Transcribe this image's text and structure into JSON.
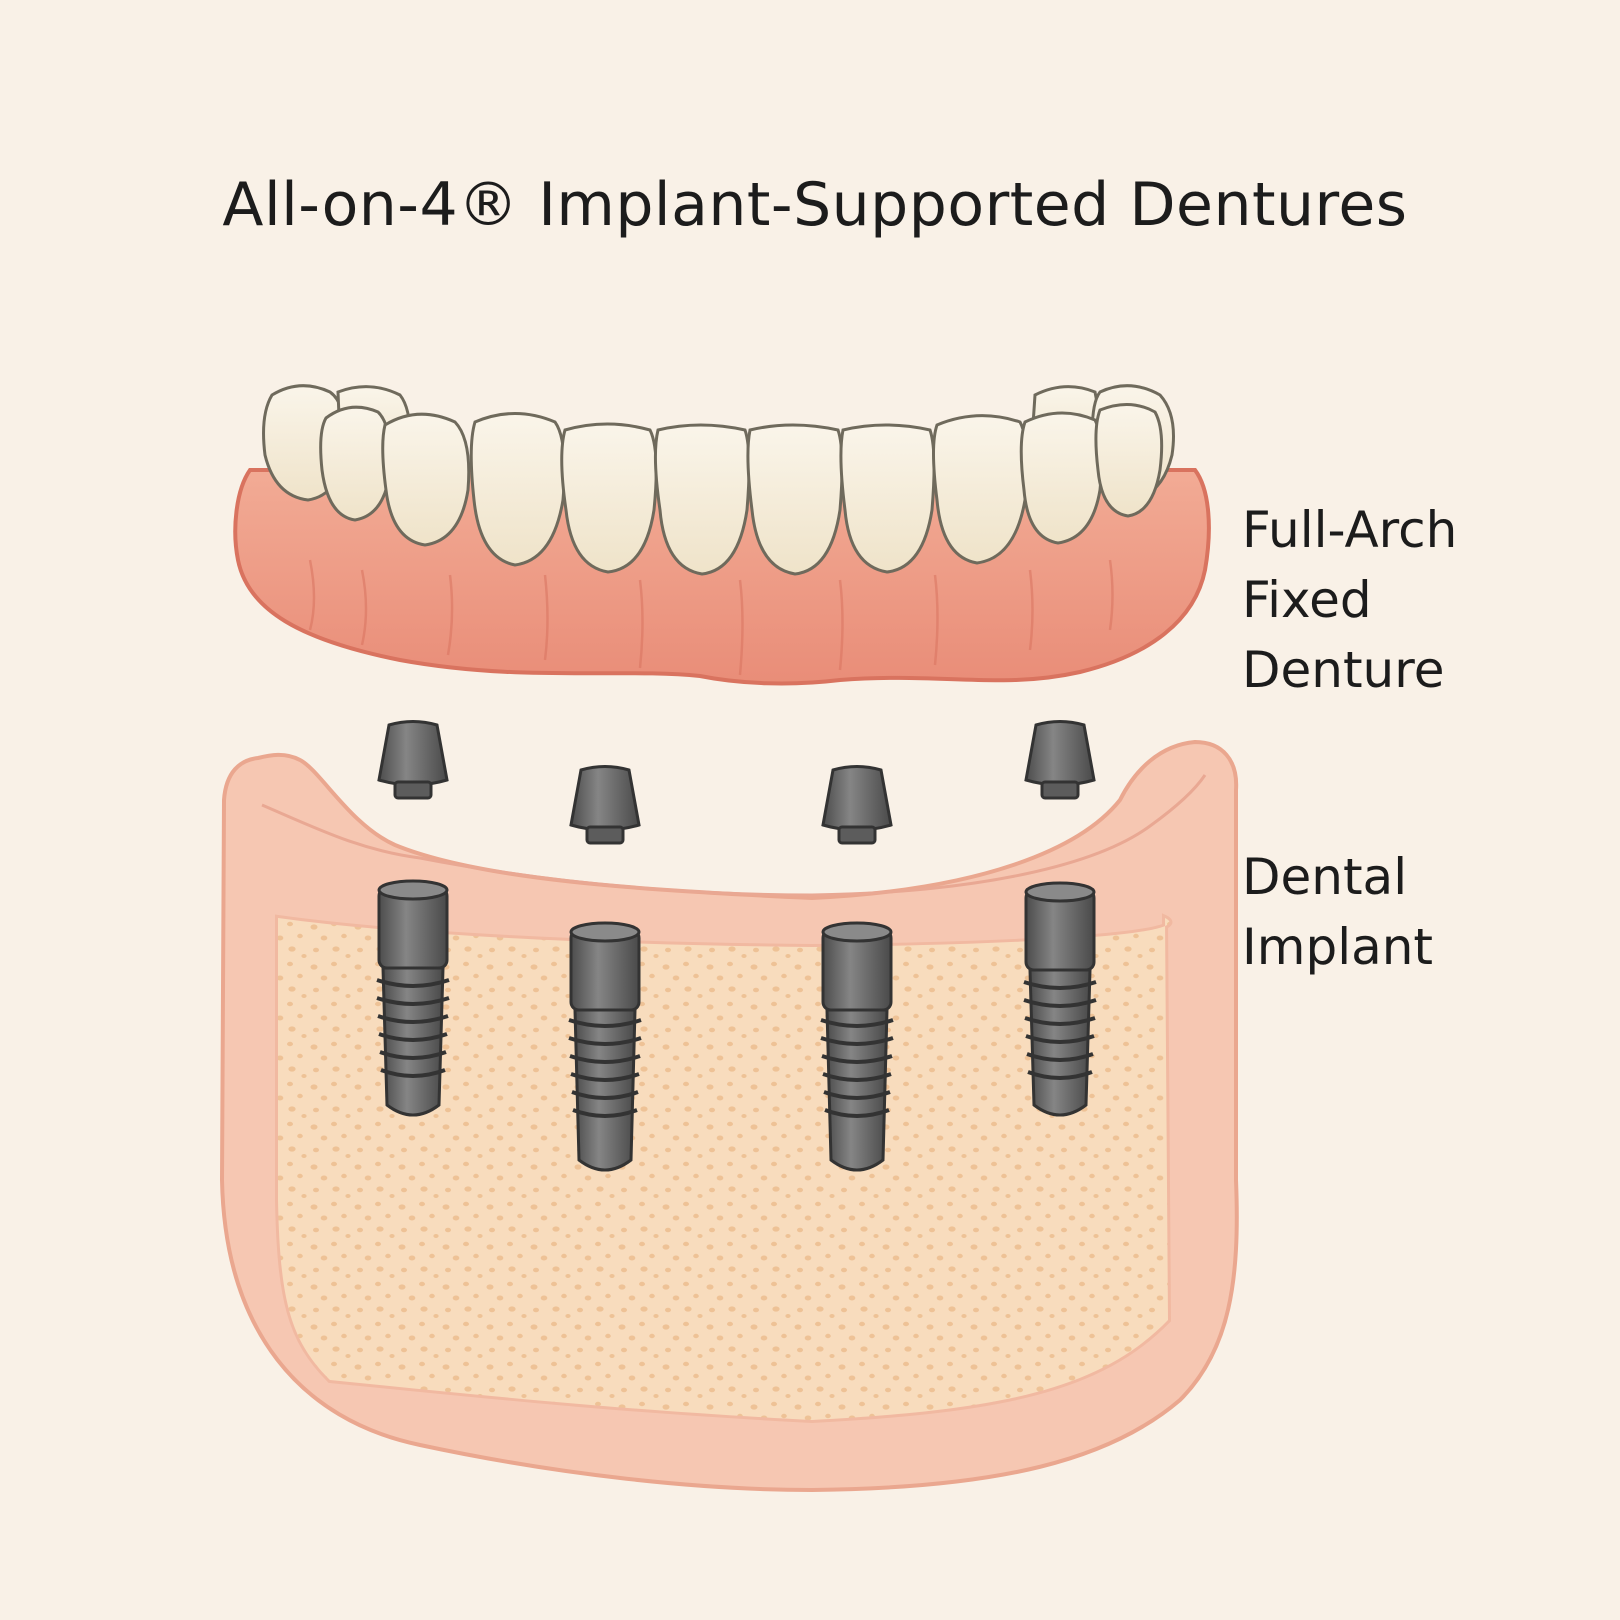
{
  "title": "All-on-4® Implant-Supported Dentures",
  "labels": {
    "denture": [
      "Full-Arch",
      "Fixed",
      "Denture"
    ],
    "implant": [
      "Dental",
      "Implant"
    ]
  },
  "colors": {
    "background": "#f9f1e7",
    "gum": "#ef9f88",
    "tooth": "#f4ecda",
    "jaw_tissue": "#f6c7b2",
    "bone": "#f8dcbd",
    "implant_metal": "#6f6f6f"
  }
}
